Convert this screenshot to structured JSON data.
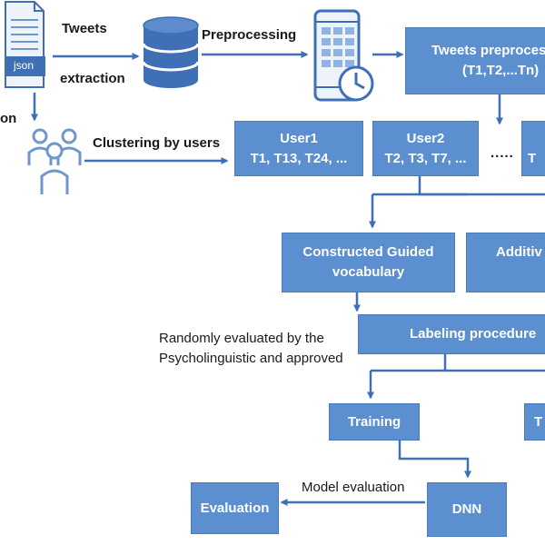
{
  "colors": {
    "box_fill": "#5b8fcf",
    "box_border": "#4a7cbc",
    "arrow": "#3f6fb5",
    "text_dark": "#1a1a1a",
    "icon_blue": "#3f6fb5",
    "icon_light": "#8fb4e3"
  },
  "icons": {
    "json_file": "document-json-icon",
    "database": "database-icon",
    "mobile_clock": "mobile-clock-icon",
    "users": "users-group-icon"
  },
  "labels": {
    "tweets": "Tweets",
    "extraction": "extraction",
    "json": "json",
    "partial_left": "on",
    "preprocessing": "Preprocessing",
    "clustering": "Clustering by users",
    "randomly_line1": "Randomly evaluated by the",
    "randomly_line2": "Psycholinguistic and approved",
    "model_evaluation": "Model evaluation",
    "ellipsis": "....."
  },
  "boxes": {
    "tweets_preprocessed": {
      "line1": "Tweets preproces",
      "line2": "(T1,T2,...Tn)"
    },
    "user1": {
      "line1": "User1",
      "line2": "T1, T13, T24, ..."
    },
    "user2": {
      "line1": "User2",
      "line2": "T2, T3, T7, ..."
    },
    "user_partial": {
      "line1": "T",
      "line2": ""
    },
    "guided_vocab": {
      "line1": "Constructed Guided",
      "line2": "vocabulary"
    },
    "additive": {
      "line1": "Additiv"
    },
    "labeling": {
      "line1": "Labeling procedure"
    },
    "training": {
      "line1": "Training"
    },
    "test_partial": {
      "line1": "T"
    },
    "evaluation": {
      "line1": "Evaluation"
    },
    "dnn": {
      "line1": "DNN"
    }
  }
}
